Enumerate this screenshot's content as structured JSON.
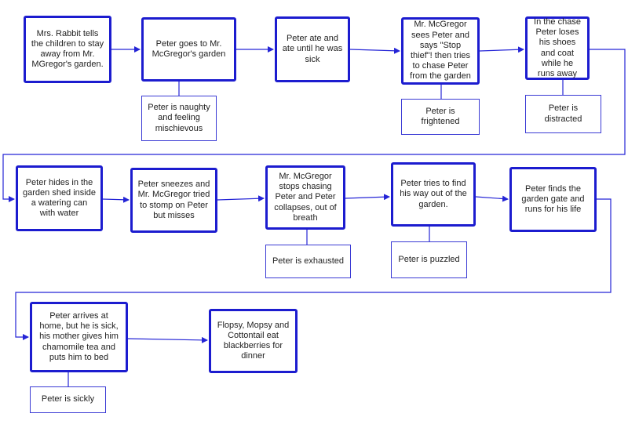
{
  "events": [
    "Mrs. Rabbit tells the children to stay away from Mr. MGregor's garden.",
    "Peter goes to Mr. McGregor's garden",
    "Peter ate and ate until he was sick",
    "Mr. McGregor sees Peter and says \"Stop thief\"! then tries to chase Peter from the garden",
    "In the chase Peter loses his shoes and coat while he runs away",
    "Peter hides in the garden shed inside a watering can with water",
    "Peter sneezes and Mr. McGregor tried to stomp on Peter but misses",
    "Mr. McGregor stops chasing Peter and Peter collapses, out of breath",
    "Peter tries to find his way out of the garden.",
    "Peter finds the garden gate and runs for his life",
    "Peter arrives at home, but he is sick, his mother gives him chamomile tea and puts him to bed",
    "Flopsy, Mopsy and Cottontail eat blackberries for dinner"
  ],
  "feelings": [
    "Peter is naughty and feeling mischievous",
    "Peter is frightened",
    "Peter is distracted",
    "Peter is exhausted",
    "Peter is puzzled",
    "Peter is sickly"
  ],
  "colors": {
    "box_border": "#1c1ccf",
    "connector": "#2424d6",
    "text": "#222222"
  }
}
